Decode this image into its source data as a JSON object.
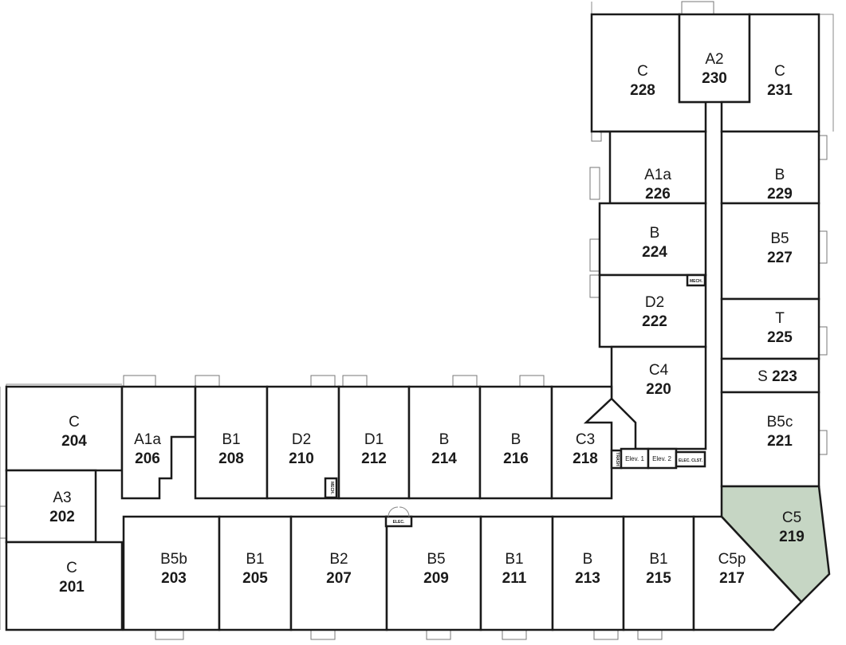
{
  "highlight_color": "#c6d6c4",
  "rooms": [
    {
      "type": "C",
      "number": "228"
    },
    {
      "type": "A2",
      "number": "230"
    },
    {
      "type": "C",
      "number": "231"
    },
    {
      "type": "A1a",
      "number": "226"
    },
    {
      "type": "B",
      "number": "229"
    },
    {
      "type": "B",
      "number": "224"
    },
    {
      "type": "B5",
      "number": "227"
    },
    {
      "type": "D2",
      "number": "222"
    },
    {
      "type": "T",
      "number": "225"
    },
    {
      "type": "C4",
      "number": "220"
    },
    {
      "type": "S",
      "number": "223"
    },
    {
      "type": "B5c",
      "number": "221"
    },
    {
      "type": "C5",
      "number": "219",
      "highlighted": true
    },
    {
      "type": "C",
      "number": "204"
    },
    {
      "type": "A1a",
      "number": "206"
    },
    {
      "type": "B1",
      "number": "208"
    },
    {
      "type": "D2",
      "number": "210"
    },
    {
      "type": "D1",
      "number": "212"
    },
    {
      "type": "B",
      "number": "214"
    },
    {
      "type": "B",
      "number": "216"
    },
    {
      "type": "C3",
      "number": "218"
    },
    {
      "type": "A3",
      "number": "202"
    },
    {
      "type": "C",
      "number": "201"
    },
    {
      "type": "B5b",
      "number": "203"
    },
    {
      "type": "B1",
      "number": "205"
    },
    {
      "type": "B2",
      "number": "207"
    },
    {
      "type": "B5",
      "number": "209"
    },
    {
      "type": "B1",
      "number": "211"
    },
    {
      "type": "B",
      "number": "213"
    },
    {
      "type": "B1",
      "number": "215"
    },
    {
      "type": "C5p",
      "number": "217"
    }
  ],
  "utility_labels": {
    "trash": "TRASH",
    "elev1": "Elev. 1",
    "elev2": "Elev. 2",
    "elec_closet": "ELEC. CLST.",
    "mech_upper": "MECH.",
    "mech_lower": "MECH.",
    "elec": "ELEC."
  }
}
